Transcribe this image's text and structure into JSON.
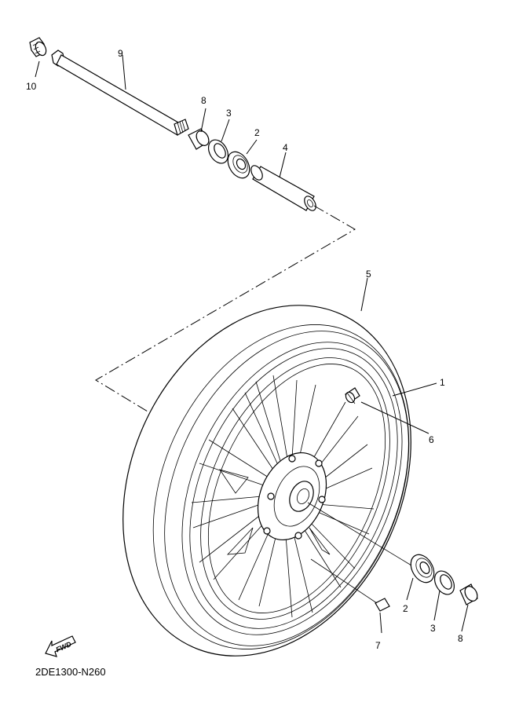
{
  "callouts": {
    "axle": "9",
    "nut": "10",
    "collar_upper": "8",
    "oil_seal_upper": "3",
    "bearing_upper": "2",
    "spacer": "4",
    "tire": "5",
    "wheel": "1",
    "valve": "6",
    "bearing_lower": "2",
    "oil_seal_lower": "3",
    "collar_lower": "8",
    "balance_weight": "7"
  },
  "fwd_label": "FWD",
  "diagram_code": "2DE1300-N260"
}
